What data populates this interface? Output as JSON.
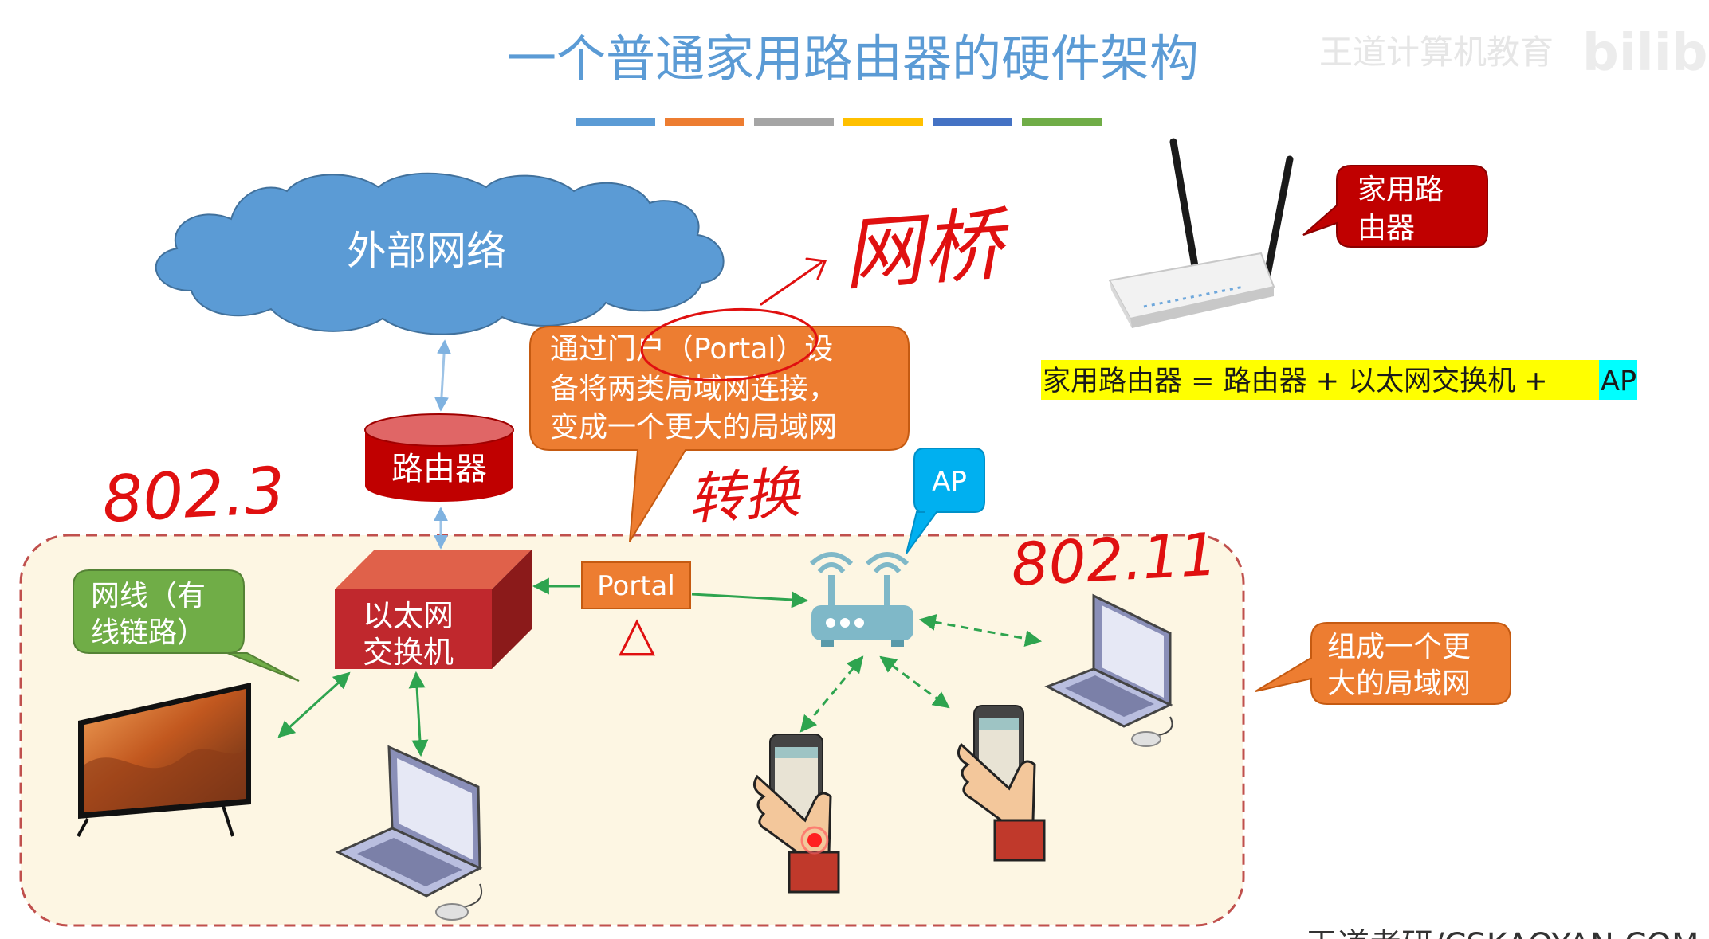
{
  "title": "一个普通家用路由器的硬件架构",
  "watermark": {
    "top": "王道计算机教育",
    "bottom": "王道考研/CSKAOYAN.COM",
    "logo": "bilibili"
  },
  "colors": {
    "title": "#5b9bd5",
    "cloud": "#5b9bd5",
    "router": "#c00000",
    "switch": "#c0282d",
    "portal": "#ed7d31",
    "ap_callout": "#00b0f0",
    "lan_box": "#fdf6e3",
    "lan_border": "#c00000",
    "green_callout": "#70ad47",
    "link_green": "#2ea44f",
    "link_blue": "#9dc3e6",
    "handwriting": "#e01010",
    "highlight_yellow": "#ffff00",
    "highlight_cyan": "#00ffff",
    "color_bar": [
      "#5b9bd5",
      "#ed7d31",
      "#a5a5a5",
      "#ffc000",
      "#4472c4",
      "#70ad47"
    ]
  },
  "nodes": {
    "cloud": "外部网络",
    "router": "路由器",
    "switch": [
      "以太网",
      "交换机"
    ],
    "portal": "Portal"
  },
  "callouts": {
    "portal_note": [
      "通过门户（Portal）设",
      "备将两类局域网连接，",
      "变成一个更大的局域网"
    ],
    "ap": "AP",
    "cable": [
      "网线（有",
      "线链路）"
    ],
    "bigger_lan": [
      "组成一个更",
      "大的局域网"
    ],
    "home_router": [
      "家用路",
      "由器"
    ]
  },
  "formula": {
    "part1": "家用路由器 = 路由器 + 以太网交换机 + ",
    "part2": "AP"
  },
  "handwriting": {
    "wired": "802.3",
    "wireless": "802.11",
    "bridge": "网桥",
    "convert": "转换",
    "delta": "△"
  },
  "icons": [
    "tv-icon",
    "laptop-icon",
    "wifi-router-icon",
    "phone-in-hand-icon",
    "home-router-photo-icon"
  ]
}
